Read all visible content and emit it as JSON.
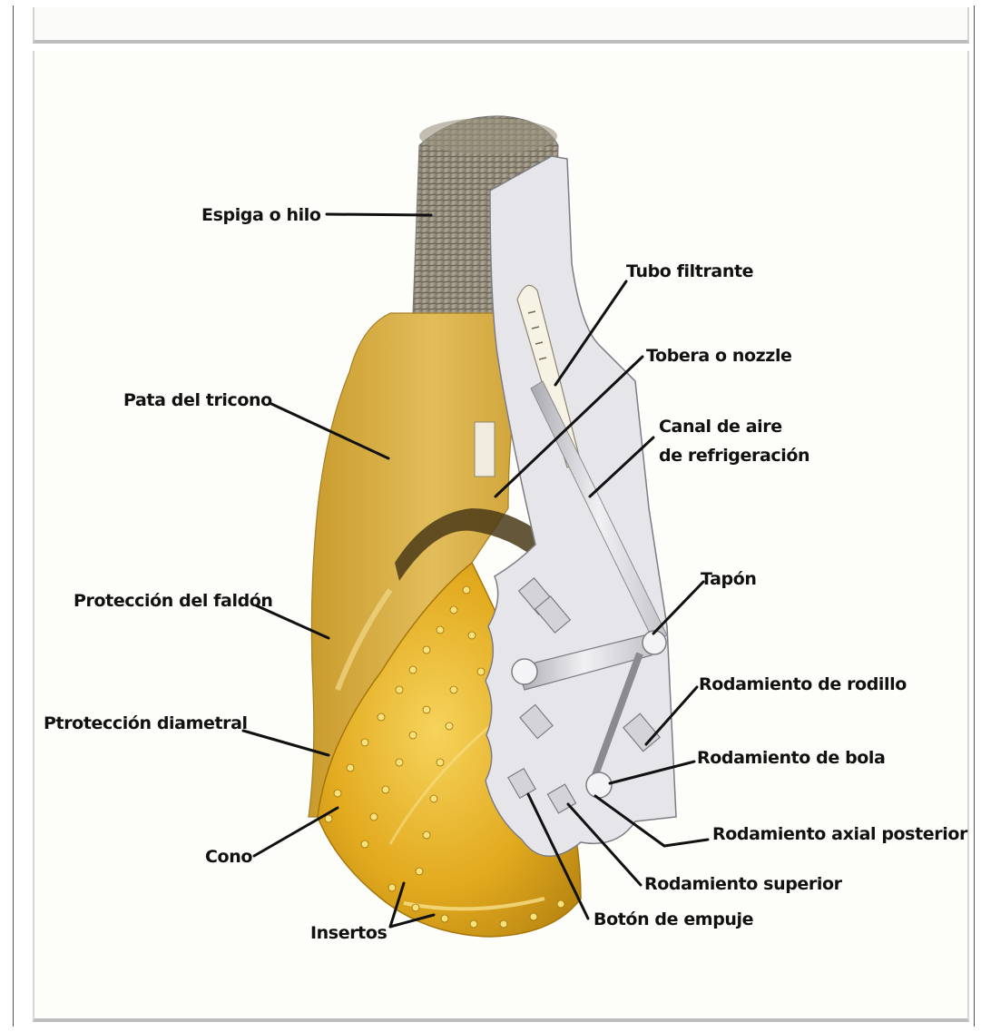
{
  "labels": {
    "espiga": "Espiga o hilo",
    "tubo": "Tubo filtrante",
    "tobera": "Tobera o nozzle",
    "pata": "Pata del tricono",
    "canal_1": "Canal de aire",
    "canal_2": "de refrigeración",
    "proteccion_faldon": "Protección del faldón",
    "tapon": "Tapón",
    "rod_rodillo": "Rodamiento de rodillo",
    "proteccion_diametral": "Ptrotección diametral",
    "rod_bola": "Rodamiento de bola",
    "rod_axial": "Rodamiento axial posterior",
    "cono": "Cono",
    "rod_superior": "Rodamiento superior",
    "insertos": "Insertos",
    "boton": "Botón de empuje"
  },
  "colors": {
    "leg": "#d9b24a",
    "cone": "#e8b629",
    "thread": "#a39a86",
    "cutaway": "#e4e4e8"
  }
}
